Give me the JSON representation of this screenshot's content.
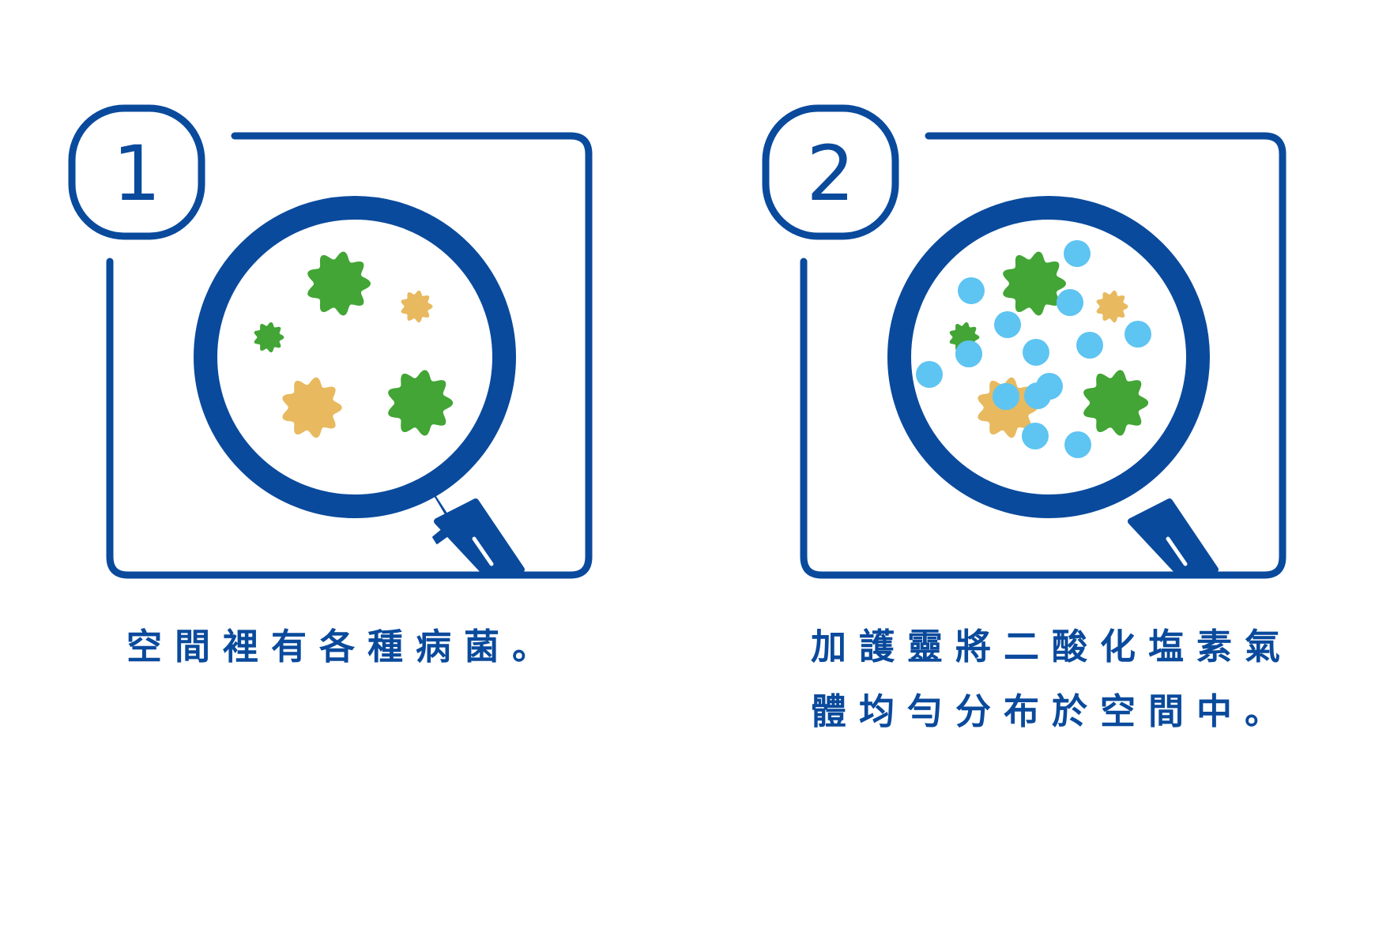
{
  "colors": {
    "background": "#ffffff",
    "outline_blue": "#0a4a9c",
    "germ_green": "#42a535",
    "germ_tan": "#e8b95f",
    "particle_blue": "#5ec4f2",
    "lens_fill": "#ffffff"
  },
  "icons": {
    "frame": "rounded-square-frame",
    "magnifier": "magnifying-glass-icon",
    "germ": "wavy-star-germ-icon",
    "particle": "circle-particle-icon"
  },
  "panels": [
    {
      "step": "1",
      "caption_lines": [
        "空間裡有各種病菌。"
      ],
      "germ_count": 5,
      "particle_count": 0
    },
    {
      "step": "2",
      "caption_lines": [
        "加護靈將二酸化塩素氣",
        "體均勻分布於空間中。"
      ],
      "germ_count": 5,
      "particle_count": 14
    }
  ]
}
